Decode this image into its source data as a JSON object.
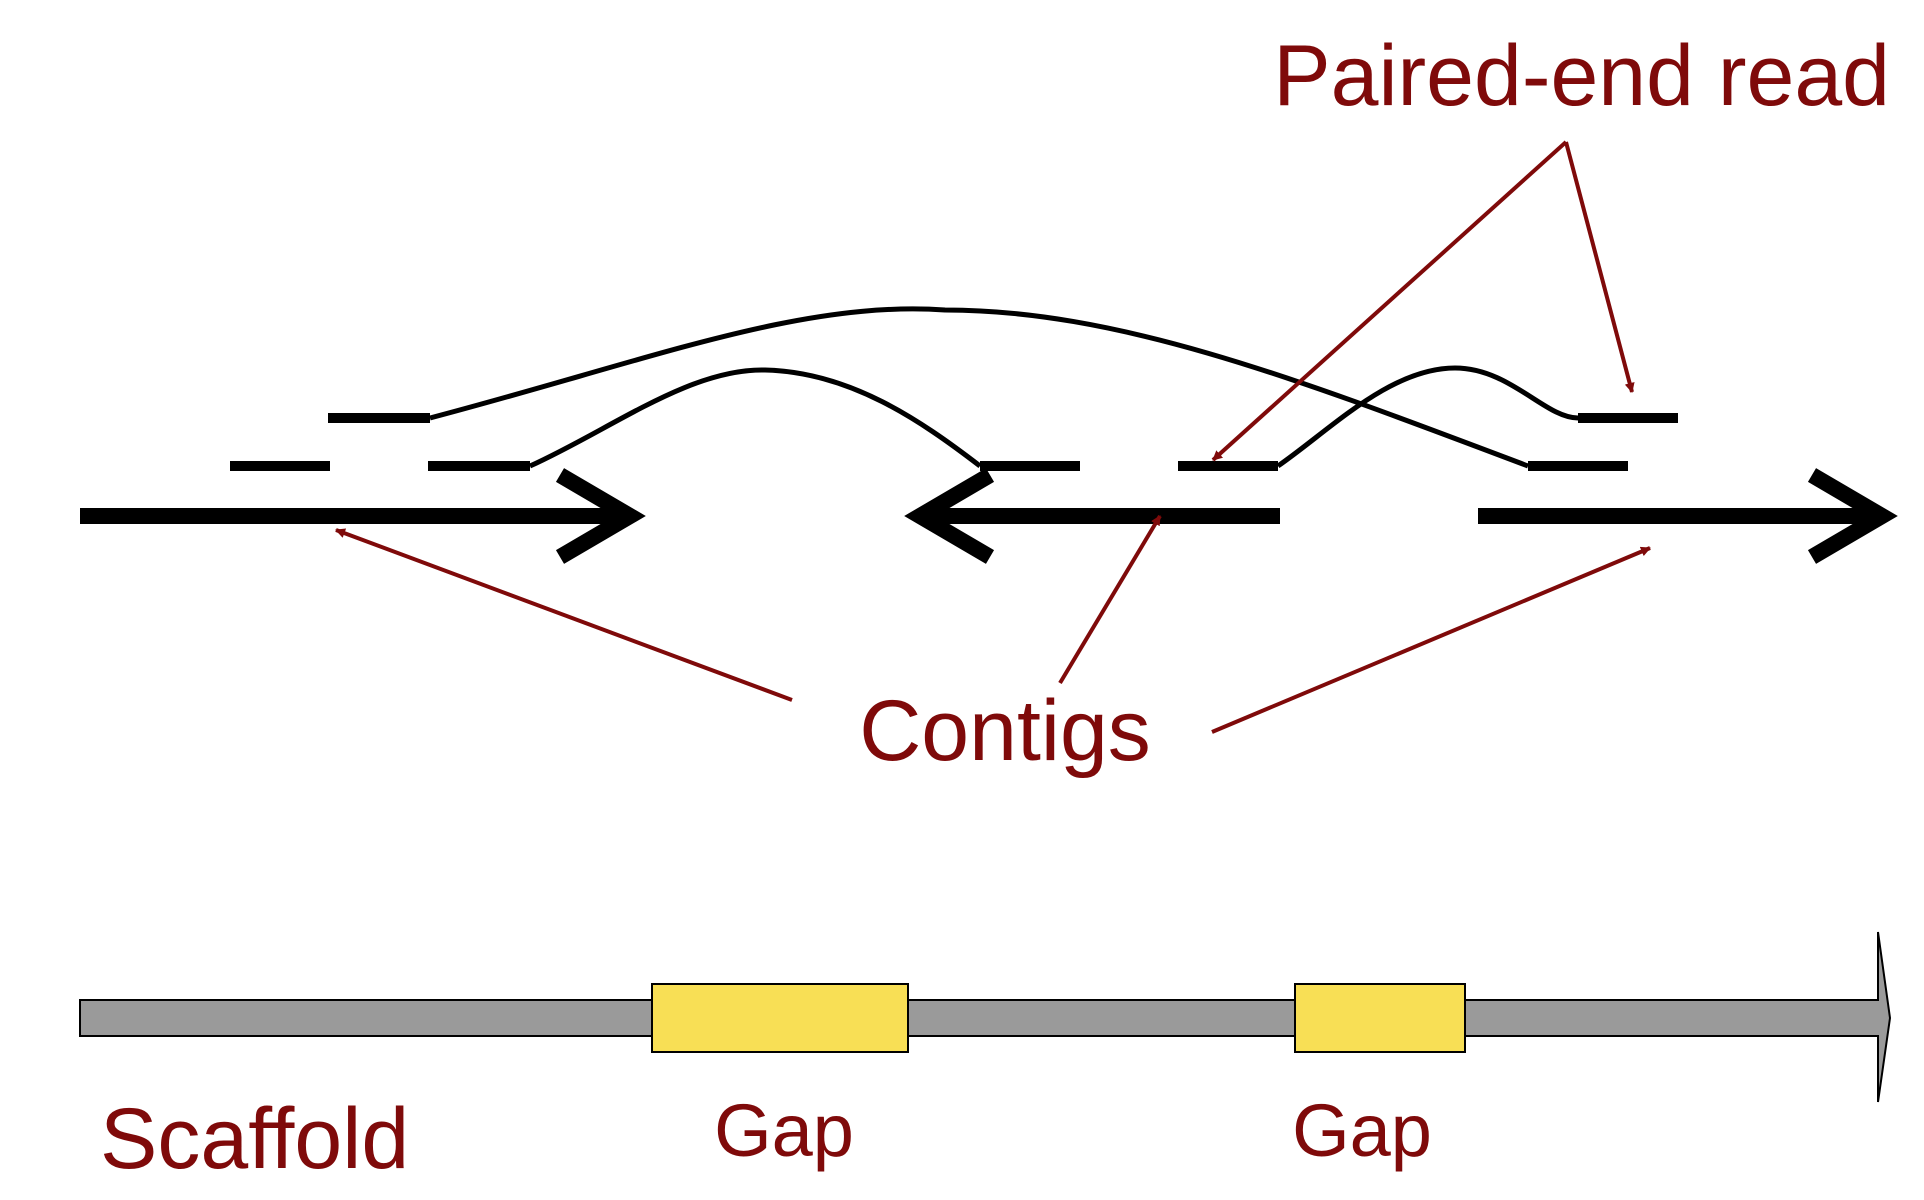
{
  "labels": {
    "paired_end_read": "Paired-end read",
    "contigs": "Contigs",
    "scaffold": "Scaffold",
    "gap_1": "Gap",
    "gap_2": "Gap"
  },
  "colors": {
    "label": "#7f0a0a",
    "annotation_arrow": "#7f0a0a",
    "contig": "#000000",
    "read": "#000000",
    "scaffold_bar": "#9a9a9a",
    "gap_fill": "#f8df55",
    "outline": "#000000"
  }
}
